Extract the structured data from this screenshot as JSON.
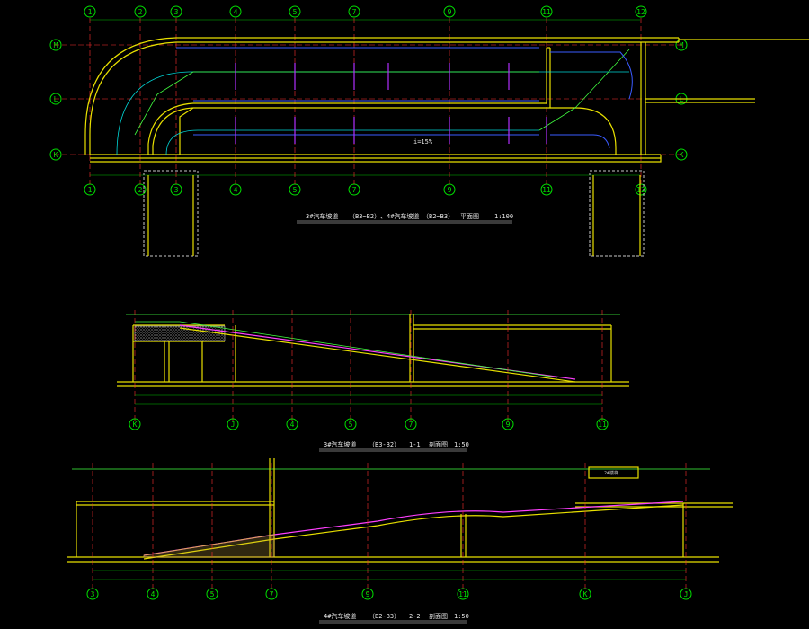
{
  "plan": {
    "title": "3#汽车坡道（B3-B2）、4#汽车坡道（B2-B3）平面图",
    "title_parts": [
      "3#汽车坡道",
      "（B3~B2）",
      "、4#汽车坡道",
      "（B2~B3）",
      "平面图",
      "1:100"
    ],
    "top_axes": [
      "1",
      "2",
      "3",
      "4",
      "5",
      "7",
      "9",
      "11",
      "12"
    ],
    "bottom_axes": [
      "1",
      "2",
      "3",
      "4",
      "5",
      "7",
      "9",
      "11",
      "12"
    ],
    "row_axes": [
      "M",
      "L",
      "K"
    ],
    "ramp_label": "i=15%",
    "labels": [
      "3#汽车坡道",
      "4#汽车坡道"
    ]
  },
  "section1": {
    "title_parts": [
      "3#汽车坡道",
      "（B3-B2）",
      "1-1",
      "剖面图",
      "1:50"
    ],
    "axes": [
      "K",
      "J",
      "4",
      "5",
      "7",
      "9",
      "11"
    ]
  },
  "section2": {
    "title_parts": [
      "4#汽车坡道",
      "（B2-B3）",
      "2-2",
      "剖面图",
      "1:50"
    ],
    "axes": [
      "3",
      "4",
      "5",
      "7",
      "9",
      "11",
      "K",
      "J"
    ],
    "box_label": "2#楼梯"
  }
}
